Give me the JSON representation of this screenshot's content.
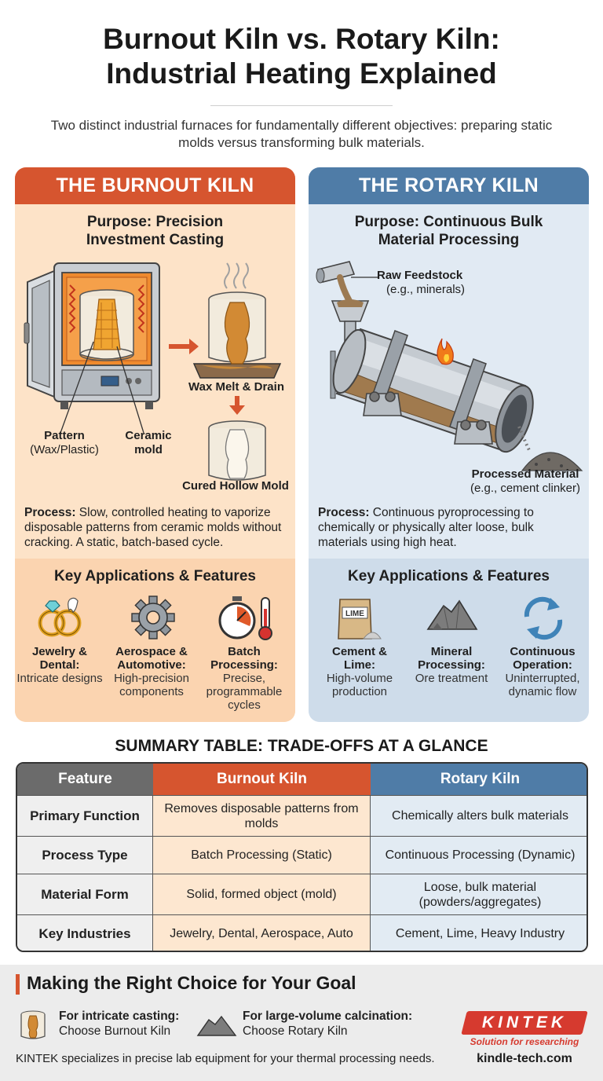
{
  "title_line1": "Burnout Kiln vs. Rotary Kiln:",
  "title_line2": "Industrial Heating Explained",
  "subtitle": "Two distinct industrial furnaces for fundamentally different objectives: preparing static molds versus transforming bulk materials.",
  "burnout": {
    "header": "THE BURNOUT KILN",
    "purpose_line1": "Purpose: Precision",
    "purpose_line2": "Investment Casting",
    "labels": {
      "pattern": "Pattern",
      "pattern_sub": "(Wax/Plastic)",
      "ceramic": "Ceramic",
      "ceramic_sub": "mold",
      "wax_melt": "Wax Melt & Drain",
      "cured_mold": "Cured Hollow Mold"
    },
    "process_label": "Process:",
    "process_text": "Slow, controlled heating to vaporize disposable patterns from ceramic molds without cracking. A static, batch-based cycle.",
    "key_heading": "Key Applications & Features",
    "features": [
      {
        "title": "Jewelry & Dental:",
        "desc": "Intricate designs",
        "icon": "rings-icon"
      },
      {
        "title": "Aerospace & Automotive:",
        "desc": "High-precision components",
        "icon": "gear-icon"
      },
      {
        "title": "Batch Processing:",
        "desc": "Precise, programmable cycles",
        "icon": "timer-thermometer-icon"
      }
    ]
  },
  "rotary": {
    "header": "THE ROTARY KILN",
    "purpose_line1": "Purpose: Continuous Bulk",
    "purpose_line2": "Material Processing",
    "labels": {
      "feed": "Raw Feedstock",
      "feed_sub": "(e.g., minerals)",
      "output": "Processed Material",
      "output_sub": "(e.g., cement clinker)"
    },
    "process_label": "Process:",
    "process_text": "Continuous pyroprocessing to chemically or physically alter loose, bulk materials using high heat.",
    "key_heading": "Key Applications & Features",
    "lime_label": "LIME",
    "features": [
      {
        "title": "Cement & Lime:",
        "desc": "High-volume production",
        "icon": "lime-bag-icon"
      },
      {
        "title": "Mineral Processing:",
        "desc": "Ore treatment",
        "icon": "ore-pile-icon"
      },
      {
        "title": "Continuous Operation:",
        "desc": "Uninterrupted, dynamic flow",
        "icon": "cycle-arrows-icon"
      }
    ]
  },
  "table": {
    "title": "SUMMARY TABLE: TRADE-OFFS AT A GLANCE",
    "headers": [
      "Feature",
      "Burnout Kiln",
      "Rotary Kiln"
    ],
    "rows": [
      [
        "Primary Function",
        "Removes disposable patterns from molds",
        "Chemically alters bulk materials"
      ],
      [
        "Process Type",
        "Batch Processing (Static)",
        "Continuous Processing (Dynamic)"
      ],
      [
        "Material Form",
        "Solid, formed object (mold)",
        "Loose, bulk material (powders/aggregates)"
      ],
      [
        "Key Industries",
        "Jewelry, Dental, Aerospace, Auto",
        "Cement, Lime, Heavy Industry"
      ]
    ]
  },
  "choice": {
    "title": "Making the Right Choice for Your Goal",
    "option1_title": "For intricate casting:",
    "option1_text": "Choose Burnout Kiln",
    "option2_title": "For large-volume calcination:",
    "option2_text": "Choose Rotary Kiln",
    "footer": "KINTEK specializes in precise lab equipment for your thermal processing needs.",
    "logo": "KINTEK",
    "tagline": "Solution for researching",
    "website": "kindle-tech.com"
  },
  "colors": {
    "burnout_accent": "#d6552f",
    "rotary_accent": "#4f7ca7",
    "burnout_bg": "#fde3c8",
    "rotary_bg": "#e1eaf3",
    "feature_header": "#6b6b6b"
  }
}
